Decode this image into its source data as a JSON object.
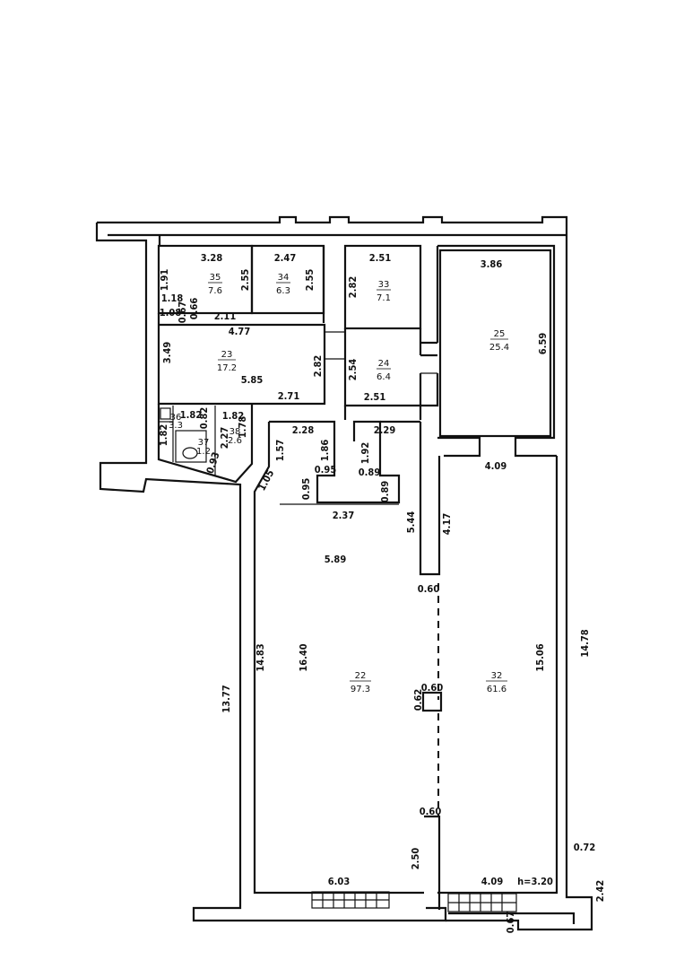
{
  "rooms": [
    {
      "id": "r35",
      "num": "35",
      "area": "7.6"
    },
    {
      "id": "r34",
      "num": "34",
      "area": "6.3"
    },
    {
      "id": "r33",
      "num": "33",
      "area": "7.1"
    },
    {
      "id": "r25",
      "num": "25",
      "area": "25.4"
    },
    {
      "id": "r23",
      "num": "23",
      "area": "17.2"
    },
    {
      "id": "r24",
      "num": "24",
      "area": "6.4"
    },
    {
      "id": "r36",
      "num": "36",
      "area": "3.3"
    },
    {
      "id": "r37",
      "num": "37",
      "area": "1.2"
    },
    {
      "id": "r38",
      "num": "38",
      "area": "2.6"
    },
    {
      "id": "r22",
      "num": "22",
      "area": "97.3"
    },
    {
      "id": "r32",
      "num": "32",
      "area": "61.6"
    }
  ],
  "dims": {
    "d328": "3.28",
    "d247": "2.47",
    "d251a": "2.51",
    "d386": "3.86",
    "d191": "1.91",
    "d255a": "2.55",
    "d255b": "2.55",
    "d282a": "2.82",
    "d659": "6.59",
    "d118": "1.18",
    "d108": "1.08",
    "d067": "0.67",
    "d066": "0.66",
    "d211": "2.11",
    "d477": "4.77",
    "d349": "3.49",
    "d585": "5.85",
    "d282b": "2.82",
    "d254": "2.54",
    "d271": "2.71",
    "d251b": "2.51",
    "d082": "0.82",
    "d182a": "1.82",
    "d182b": "1.82",
    "d182c": "1.82",
    "d227": "2.27",
    "d178": "1.78",
    "d093": "0.93",
    "d228": "2.28",
    "d229": "2.29",
    "d157": "1.57",
    "d186": "1.86",
    "d192": "1.92",
    "d095a": "0.95",
    "d095b": "0.95",
    "d089a": "0.89",
    "d089b": "0.89",
    "d105": "1.05",
    "d237": "2.37",
    "d544": "5.44",
    "d409a": "4.09",
    "d417": "4.17",
    "d589": "5.89",
    "d060a": "0.60",
    "d1483": "14.83",
    "d1640": "16.40",
    "d1506": "15.06",
    "d1478": "14.78",
    "d1377": "13.77",
    "d062": "0.62",
    "d060b": "0.60",
    "d060c": "0.60",
    "d250": "2.50",
    "d072": "0.72",
    "d242": "2.42",
    "d603": "6.03",
    "d409b": "4.09",
    "d067b": "0.67",
    "height": "h=3.20"
  }
}
